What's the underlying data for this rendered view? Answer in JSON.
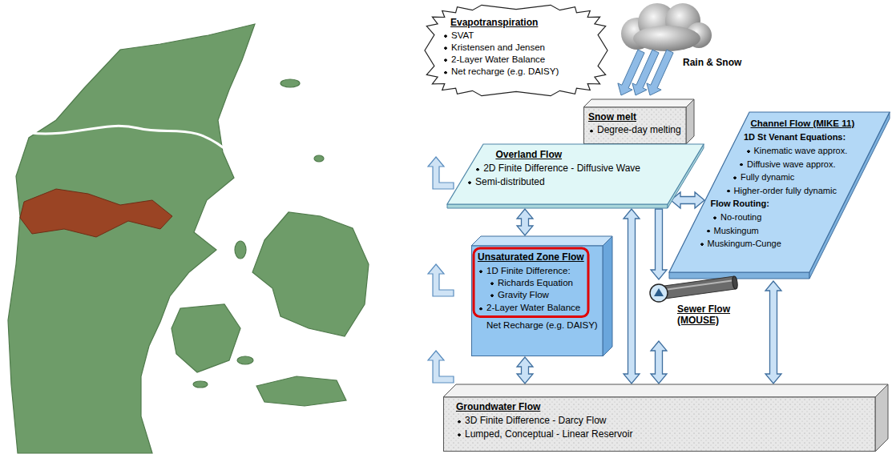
{
  "diagram": {
    "nodes": [
      {
        "text": [
          "Evapotranspiration",
          "SVAT",
          "Kristensen and Jensen",
          "2-Layer Water Balance",
          "Net recharge (e.g. DAISY)"
        ]
      },
      {
        "text": [
          "Snow melt",
          "Degree-day melting"
        ]
      },
      {
        "text": [
          "Overland Flow",
          "2D Finite Difference - Diffusive Wave",
          "Semi-distributed"
        ]
      },
      {
        "text": [
          "Channel Flow (MIKE 11)",
          "1D St Venant Equations:",
          "Kinematic wave approx.",
          "Diffusive wave approx.",
          "Fully dynamic",
          "Higher-order fully dynamic",
          "Flow Routing:",
          "No-routing",
          "Muskingum",
          "Muskingum-Cunge"
        ]
      },
      {
        "text": [
          "Unsaturated Zone Flow",
          "1D Finite Difference:",
          "Richards Equation",
          "Gravity Flow",
          "2-Layer Water Balance",
          "Net Recharge (e.g. DAISY)"
        ]
      },
      {
        "text": [
          "Sewer Flow (MOUSE)"
        ]
      },
      {
        "text": [
          "Groundwater Flow",
          "3D Finite Difference - Darcy Flow",
          "Lumped, Conceptual - Linear Reservoir"
        ]
      }
    ],
    "edges": [
      {
        "from": 2,
        "to": 3,
        "arrow": "both"
      },
      {
        "from": 2,
        "to": 4,
        "arrow": "both"
      },
      {
        "from": 2,
        "to": 6,
        "arrow": "both"
      },
      {
        "from": 2,
        "to": 5,
        "arrow": "to"
      },
      {
        "from": 5,
        "to": 6,
        "arrow": "both"
      },
      {
        "from": 3,
        "to": 6,
        "arrow": "both"
      },
      {
        "from": 4,
        "to": 6,
        "arrow": "both"
      }
    ],
    "labels": [
      "Rain & Snow"
    ]
  }
}
